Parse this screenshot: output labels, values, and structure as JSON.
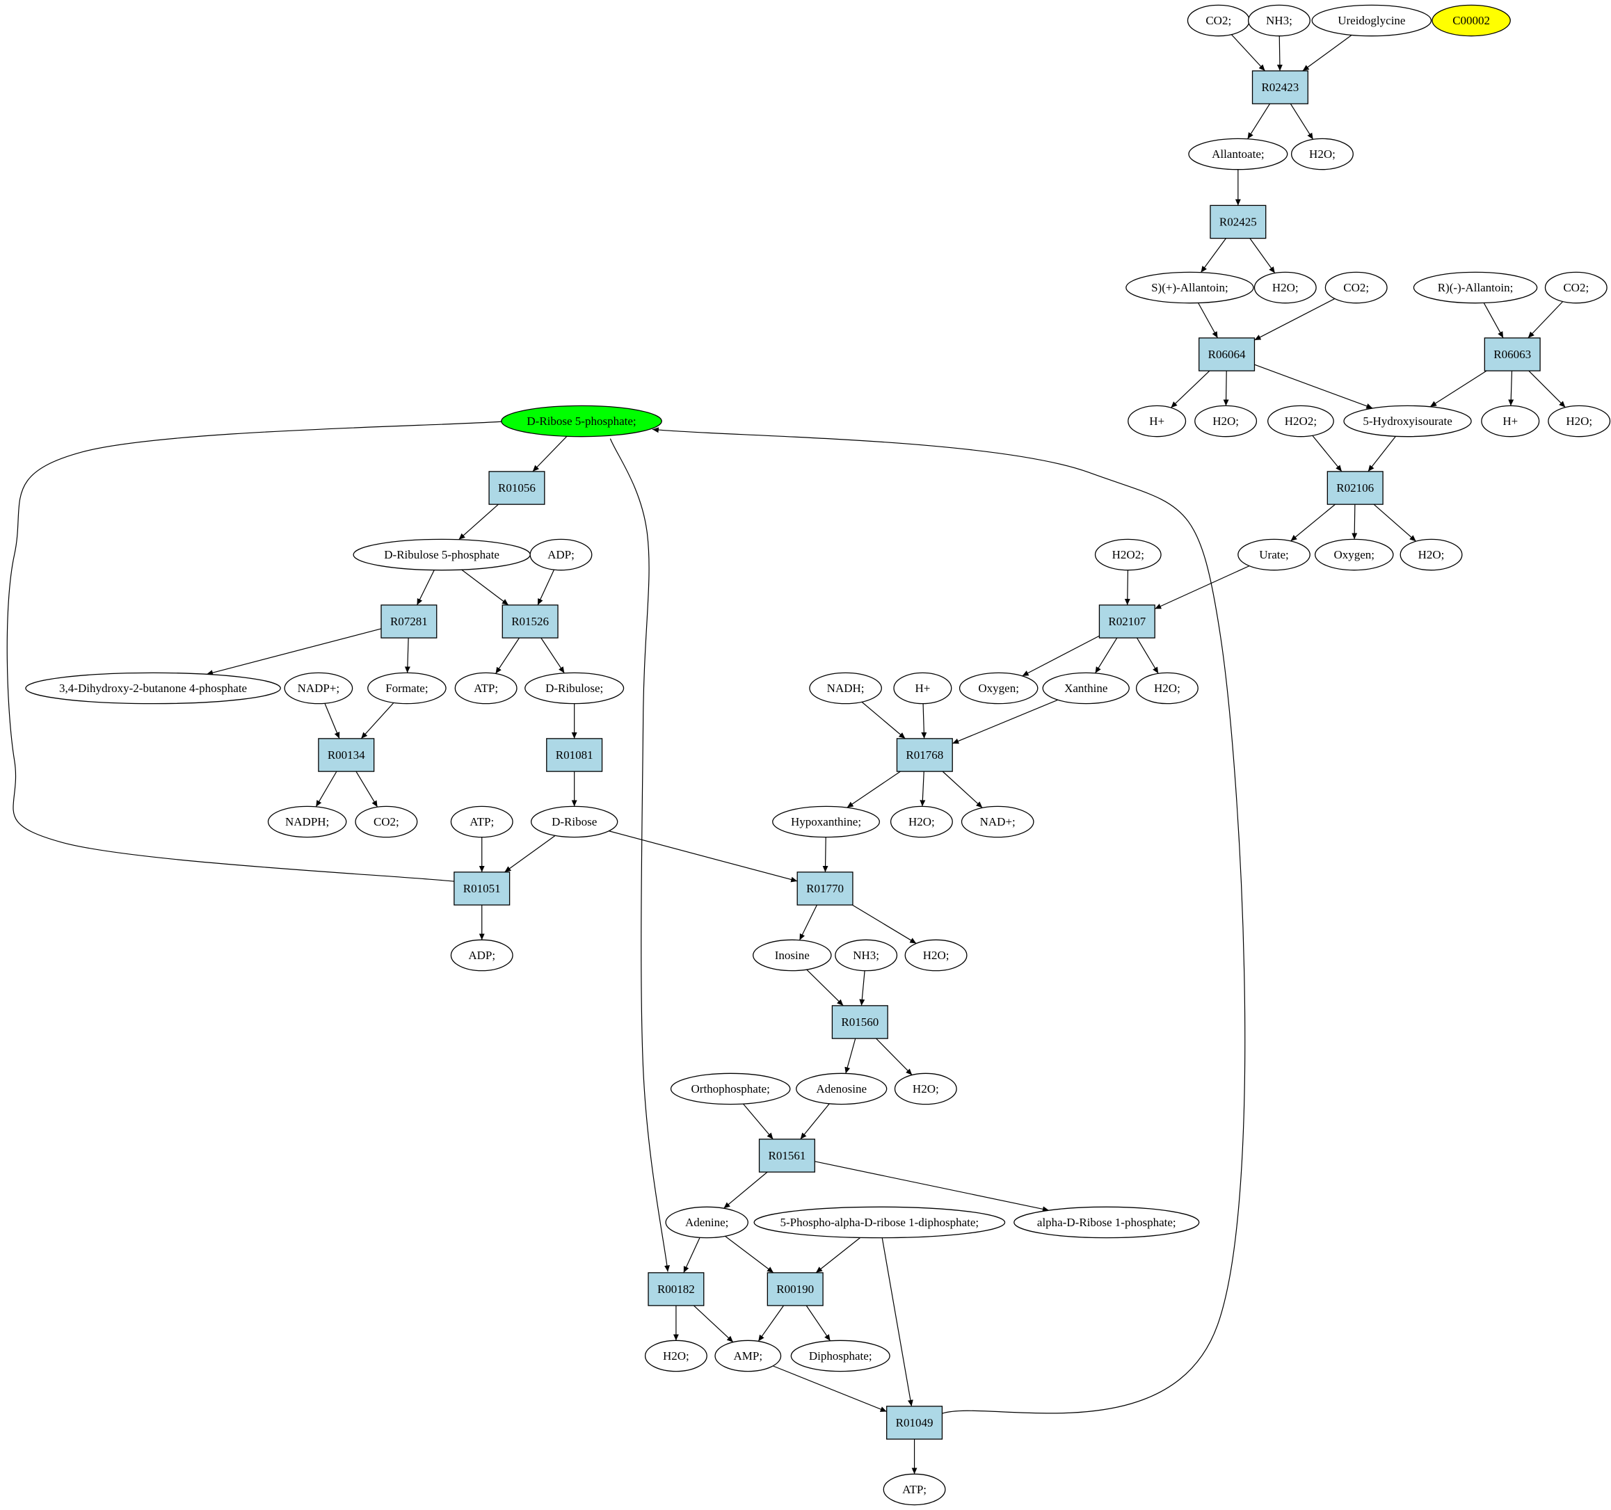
{
  "colors": {
    "reaction_fill": "#add8e6",
    "compound_fill": "#ffffff",
    "highlight_green": "#00ff00",
    "highlight_yellow": "#ffff00"
  },
  "nodes": [
    {
      "id": "co2_a",
      "label": "CO2;",
      "kind": "compound"
    },
    {
      "id": "nh3_a",
      "label": "NH3;",
      "kind": "compound"
    },
    {
      "id": "ureidoglycine",
      "label": "Ureidoglycine",
      "kind": "compound"
    },
    {
      "id": "c00002",
      "label": "C00002",
      "kind": "compound",
      "fill": "highlight_yellow"
    },
    {
      "id": "r02423",
      "label": "R02423",
      "kind": "reaction"
    },
    {
      "id": "allantoate",
      "label": "Allantoate;",
      "kind": "compound"
    },
    {
      "id": "h2o_a",
      "label": "H2O;",
      "kind": "compound"
    },
    {
      "id": "r02425",
      "label": "R02425",
      "kind": "reaction"
    },
    {
      "id": "s_allantoin",
      "label": "S)(+)-Allantoin;",
      "kind": "compound"
    },
    {
      "id": "h2o_b",
      "label": "H2O;",
      "kind": "compound"
    },
    {
      "id": "co2_b",
      "label": "CO2;",
      "kind": "compound"
    },
    {
      "id": "r_allantoin",
      "label": "R)(-)-Allantoin;",
      "kind": "compound"
    },
    {
      "id": "co2_c",
      "label": "CO2;",
      "kind": "compound"
    },
    {
      "id": "r06064",
      "label": "R06064",
      "kind": "reaction"
    },
    {
      "id": "r06063",
      "label": "R06063",
      "kind": "reaction"
    },
    {
      "id": "hplus_a",
      "label": "H+",
      "kind": "compound"
    },
    {
      "id": "h2o_c",
      "label": "H2O;",
      "kind": "compound"
    },
    {
      "id": "h2o2_a",
      "label": "H2O2;",
      "kind": "compound"
    },
    {
      "id": "hydroxyisourate",
      "label": "5-Hydroxyisourate",
      "kind": "compound"
    },
    {
      "id": "hplus_b",
      "label": "H+",
      "kind": "compound"
    },
    {
      "id": "h2o_d",
      "label": "H2O;",
      "kind": "compound"
    },
    {
      "id": "r02106",
      "label": "R02106",
      "kind": "reaction"
    },
    {
      "id": "urate",
      "label": "Urate;",
      "kind": "compound"
    },
    {
      "id": "oxygen_a",
      "label": "Oxygen;",
      "kind": "compound"
    },
    {
      "id": "h2o_e",
      "label": "H2O;",
      "kind": "compound"
    },
    {
      "id": "d_ribose5p",
      "label": "D-Ribose 5-phosphate;",
      "kind": "compound",
      "fill": "highlight_green"
    },
    {
      "id": "r01056",
      "label": "R01056",
      "kind": "reaction"
    },
    {
      "id": "d_ribulose5p",
      "label": "D-Ribulose 5-phosphate",
      "kind": "compound"
    },
    {
      "id": "adp_a",
      "label": "ADP;",
      "kind": "compound"
    },
    {
      "id": "h2o2_b",
      "label": "H2O2;",
      "kind": "compound"
    },
    {
      "id": "r07281",
      "label": "R07281",
      "kind": "reaction"
    },
    {
      "id": "r01526",
      "label": "R01526",
      "kind": "reaction"
    },
    {
      "id": "r02107",
      "label": "R02107",
      "kind": "reaction"
    },
    {
      "id": "dhbp",
      "label": "3,4-Dihydroxy-2-butanone 4-phosphate",
      "kind": "compound"
    },
    {
      "id": "nadp",
      "label": "NADP+;",
      "kind": "compound"
    },
    {
      "id": "formate",
      "label": "Formate;",
      "kind": "compound"
    },
    {
      "id": "atp_a",
      "label": "ATP;",
      "kind": "compound"
    },
    {
      "id": "d_ribulose",
      "label": "D-Ribulose;",
      "kind": "compound"
    },
    {
      "id": "nadh",
      "label": "NADH;",
      "kind": "compound"
    },
    {
      "id": "hplus_c",
      "label": "H+",
      "kind": "compound"
    },
    {
      "id": "oxygen_b",
      "label": "Oxygen;",
      "kind": "compound"
    },
    {
      "id": "xanthine",
      "label": "Xanthine",
      "kind": "compound"
    },
    {
      "id": "h2o_f",
      "label": "H2O;",
      "kind": "compound"
    },
    {
      "id": "r00134",
      "label": "R00134",
      "kind": "reaction"
    },
    {
      "id": "r01081",
      "label": "R01081",
      "kind": "reaction"
    },
    {
      "id": "r01768",
      "label": "R01768",
      "kind": "reaction"
    },
    {
      "id": "nadph",
      "label": "NADPH;",
      "kind": "compound"
    },
    {
      "id": "co2_d",
      "label": "CO2;",
      "kind": "compound"
    },
    {
      "id": "atp_b",
      "label": "ATP;",
      "kind": "compound"
    },
    {
      "id": "d_ribose",
      "label": "D-Ribose",
      "kind": "compound"
    },
    {
      "id": "hypoxanthine",
      "label": "Hypoxanthine;",
      "kind": "compound"
    },
    {
      "id": "h2o_g",
      "label": "H2O;",
      "kind": "compound"
    },
    {
      "id": "nad",
      "label": "NAD+;",
      "kind": "compound"
    },
    {
      "id": "r01051",
      "label": "R01051",
      "kind": "reaction"
    },
    {
      "id": "r01770",
      "label": "R01770",
      "kind": "reaction"
    },
    {
      "id": "adp_b",
      "label": "ADP;",
      "kind": "compound"
    },
    {
      "id": "inosine",
      "label": "Inosine",
      "kind": "compound"
    },
    {
      "id": "nh3_b",
      "label": "NH3;",
      "kind": "compound"
    },
    {
      "id": "h2o_h",
      "label": "H2O;",
      "kind": "compound"
    },
    {
      "id": "r01560",
      "label": "R01560",
      "kind": "reaction"
    },
    {
      "id": "orthophosphate",
      "label": "Orthophosphate;",
      "kind": "compound"
    },
    {
      "id": "adenosine",
      "label": "Adenosine",
      "kind": "compound"
    },
    {
      "id": "h2o_i",
      "label": "H2O;",
      "kind": "compound"
    },
    {
      "id": "r01561",
      "label": "R01561",
      "kind": "reaction"
    },
    {
      "id": "adenine",
      "label": "Adenine;",
      "kind": "compound"
    },
    {
      "id": "prpp",
      "label": "5-Phospho-alpha-D-ribose 1-diphosphate;",
      "kind": "compound"
    },
    {
      "id": "ribose1p",
      "label": "alpha-D-Ribose 1-phosphate;",
      "kind": "compound"
    },
    {
      "id": "r00182",
      "label": "R00182",
      "kind": "reaction"
    },
    {
      "id": "r00190",
      "label": "R00190",
      "kind": "reaction"
    },
    {
      "id": "h2o_j",
      "label": "H2O;",
      "kind": "compound"
    },
    {
      "id": "amp",
      "label": "AMP;",
      "kind": "compound"
    },
    {
      "id": "diphosphate",
      "label": "Diphosphate;",
      "kind": "compound"
    },
    {
      "id": "r01049",
      "label": "R01049",
      "kind": "reaction"
    },
    {
      "id": "atp_c",
      "label": "ATP;",
      "kind": "compound"
    }
  ],
  "edges": [
    [
      "co2_a",
      "r02423"
    ],
    [
      "nh3_a",
      "r02423"
    ],
    [
      "ureidoglycine",
      "r02423"
    ],
    [
      "r02423",
      "allantoate"
    ],
    [
      "r02423",
      "h2o_a"
    ],
    [
      "allantoate",
      "r02425"
    ],
    [
      "r02425",
      "s_allantoin"
    ],
    [
      "r02425",
      "h2o_b"
    ],
    [
      "s_allantoin",
      "r06064"
    ],
    [
      "co2_b",
      "r06064"
    ],
    [
      "r_allantoin",
      "r06063"
    ],
    [
      "co2_c",
      "r06063"
    ],
    [
      "r06064",
      "hplus_a"
    ],
    [
      "r06064",
      "h2o_c"
    ],
    [
      "r06064",
      "hydroxyisourate"
    ],
    [
      "r06063",
      "hydroxyisourate"
    ],
    [
      "r06063",
      "hplus_b"
    ],
    [
      "r06063",
      "h2o_d"
    ],
    [
      "h2o2_a",
      "r02106"
    ],
    [
      "hydroxyisourate",
      "r02106"
    ],
    [
      "r02106",
      "urate"
    ],
    [
      "r02106",
      "oxygen_a"
    ],
    [
      "r02106",
      "h2o_e"
    ],
    [
      "urate",
      "r02107"
    ],
    [
      "h2o2_b",
      "r02107"
    ],
    [
      "r02107",
      "oxygen_b"
    ],
    [
      "r02107",
      "xanthine"
    ],
    [
      "r02107",
      "h2o_f"
    ],
    [
      "d_ribose5p",
      "r01056"
    ],
    [
      "d_ribose5p",
      "r00182"
    ],
    [
      "r01056",
      "d_ribulose5p"
    ],
    [
      "d_ribulose5p",
      "r07281"
    ],
    [
      "d_ribulose5p",
      "r01526"
    ],
    [
      "adp_a",
      "r01526"
    ],
    [
      "r07281",
      "dhbp"
    ],
    [
      "r07281",
      "formate"
    ],
    [
      "r01526",
      "atp_a"
    ],
    [
      "r01526",
      "d_ribulose"
    ],
    [
      "nadp",
      "r00134"
    ],
    [
      "formate",
      "r00134"
    ],
    [
      "r00134",
      "nadph"
    ],
    [
      "r00134",
      "co2_d"
    ],
    [
      "d_ribulose",
      "r01081"
    ],
    [
      "r01081",
      "d_ribose"
    ],
    [
      "atp_b",
      "r01051"
    ],
    [
      "d_ribose",
      "r01051"
    ],
    [
      "d_ribose",
      "r01770"
    ],
    [
      "r01051",
      "adp_b"
    ],
    [
      "r01051",
      "d_ribose5p"
    ],
    [
      "nadh",
      "r01768"
    ],
    [
      "hplus_c",
      "r01768"
    ],
    [
      "xanthine",
      "r01768"
    ],
    [
      "r01768",
      "hypoxanthine"
    ],
    [
      "r01768",
      "h2o_g"
    ],
    [
      "r01768",
      "nad"
    ],
    [
      "hypoxanthine",
      "r01770"
    ],
    [
      "r01770",
      "inosine"
    ],
    [
      "r01770",
      "h2o_h"
    ],
    [
      "inosine",
      "r01560"
    ],
    [
      "nh3_b",
      "r01560"
    ],
    [
      "r01560",
      "adenosine"
    ],
    [
      "r01560",
      "h2o_i"
    ],
    [
      "orthophosphate",
      "r01561"
    ],
    [
      "adenosine",
      "r01561"
    ],
    [
      "r01561",
      "adenine"
    ],
    [
      "r01561",
      "ribose1p"
    ],
    [
      "adenine",
      "r00182"
    ],
    [
      "adenine",
      "r00190"
    ],
    [
      "prpp",
      "r00190"
    ],
    [
      "prpp",
      "r01049"
    ],
    [
      "r00182",
      "h2o_j"
    ],
    [
      "r00182",
      "amp"
    ],
    [
      "r00190",
      "amp"
    ],
    [
      "r00190",
      "diphosphate"
    ],
    [
      "amp",
      "r01049"
    ],
    [
      "r01049",
      "atp_c"
    ],
    [
      "r01049",
      "d_ribose5p"
    ]
  ]
}
